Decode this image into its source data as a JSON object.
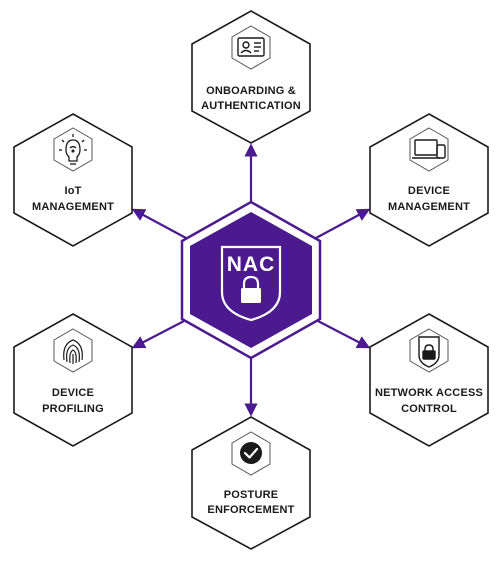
{
  "center": {
    "label": "NAC",
    "icon": "shield-lock-icon"
  },
  "colors": {
    "accent": "#4b1a8f",
    "stroke": "#1a1a1a",
    "fill": "#ffffff"
  },
  "nodes": [
    {
      "id": "onboarding",
      "line1": "ONBOARDING &",
      "line2": "AUTHENTICATION",
      "icon": "id-card-icon"
    },
    {
      "id": "device-management",
      "line1": "DEVICE",
      "line2": "MANAGEMENT",
      "icon": "laptop-phone-icon"
    },
    {
      "id": "network-access-control",
      "line1": "NETWORK ACCESS",
      "line2": "CONTROL",
      "icon": "shield-lock-icon"
    },
    {
      "id": "posture-enforcement",
      "line1": "POSTURE",
      "line2": "ENFORCEMENT",
      "icon": "check-badge-icon"
    },
    {
      "id": "device-profiling",
      "line1": "DEVICE",
      "line2": "PROFILING",
      "icon": "fingerprint-icon"
    },
    {
      "id": "iot-management",
      "line1": "IoT",
      "line2": "MANAGEMENT",
      "icon": "smart-bulb-icon"
    }
  ]
}
